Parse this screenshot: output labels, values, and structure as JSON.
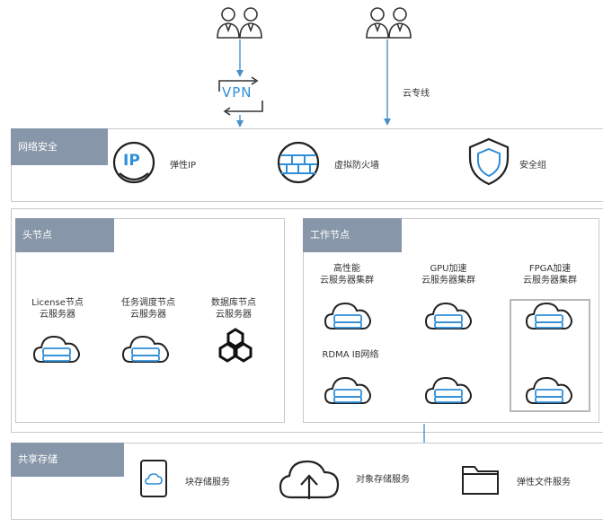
{
  "top": {
    "vpn_label": "VPN",
    "direct_connect_label": "云专线"
  },
  "network_security": {
    "title": "网络安全",
    "eip_glyph": "IP",
    "eip_label": "弹性IP",
    "firewall_label": "虚拟防火墙",
    "security_group_label": "安全组"
  },
  "head_nodes": {
    "title": "头节点",
    "license_label_line1": "License节点",
    "license_label_line2": "云服务器",
    "scheduler_label_line1": "任务调度节点",
    "scheduler_label_line2": "云服务器",
    "database_label_line1": "数据库节点",
    "database_label_line2": "云服务器"
  },
  "work_nodes": {
    "title": "工作节点",
    "hpc_label_line1": "高性能",
    "hpc_label_line2": "云服务器集群",
    "gpu_label_line1": "GPU加速",
    "gpu_label_line2": "云服务器集群",
    "fpga_label_line1": "FPGA加速",
    "fpga_label_line2": "云服务器集群",
    "rdma_label": "RDMA IB网络"
  },
  "shared_storage": {
    "title": "共享存储",
    "block_label": "块存储服务",
    "object_label": "对象存储服务",
    "file_label": "弹性文件服务"
  },
  "colors": {
    "tag_bg": "#8796a8",
    "accent_blue": "#2f8fd8",
    "line_blue": "#4a90c8",
    "icon_dark": "#222222"
  }
}
